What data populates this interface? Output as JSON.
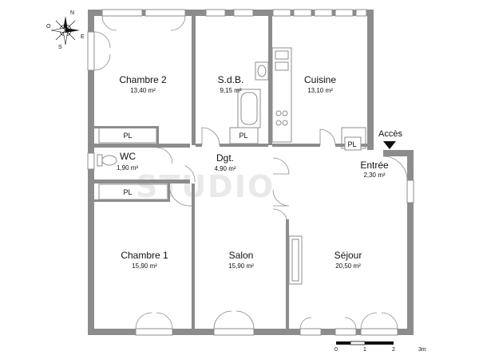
{
  "compass": {
    "n": "N",
    "e": "E",
    "s": "S",
    "o": "O"
  },
  "rooms": [
    {
      "id": "chambre2",
      "name": "Chambre 2",
      "area": "13,40 m²"
    },
    {
      "id": "sdb",
      "name": "S.d.B.",
      "area": "9,15 m²"
    },
    {
      "id": "cuisine",
      "name": "Cuisine",
      "area": "13,10 m²"
    },
    {
      "id": "wc",
      "name": "WC",
      "area": "1,90 m²"
    },
    {
      "id": "dgt",
      "name": "Dgt.",
      "area": "4,90 m²"
    },
    {
      "id": "entree",
      "name": "Entrée",
      "area": "2,30 m²"
    },
    {
      "id": "chambre1",
      "name": "Chambre 1",
      "area": "15,90 m²"
    },
    {
      "id": "salon",
      "name": "Salon",
      "area": "15,90 m²"
    },
    {
      "id": "sejour",
      "name": "Séjour",
      "area": "20,50 m²"
    }
  ],
  "closets": [
    "PL",
    "PL",
    "PL",
    "PL"
  ],
  "entrance": {
    "label": "Accès"
  },
  "scale": {
    "ticks": [
      "0",
      "1",
      "2",
      "3m"
    ]
  },
  "watermark": "STUDIO"
}
